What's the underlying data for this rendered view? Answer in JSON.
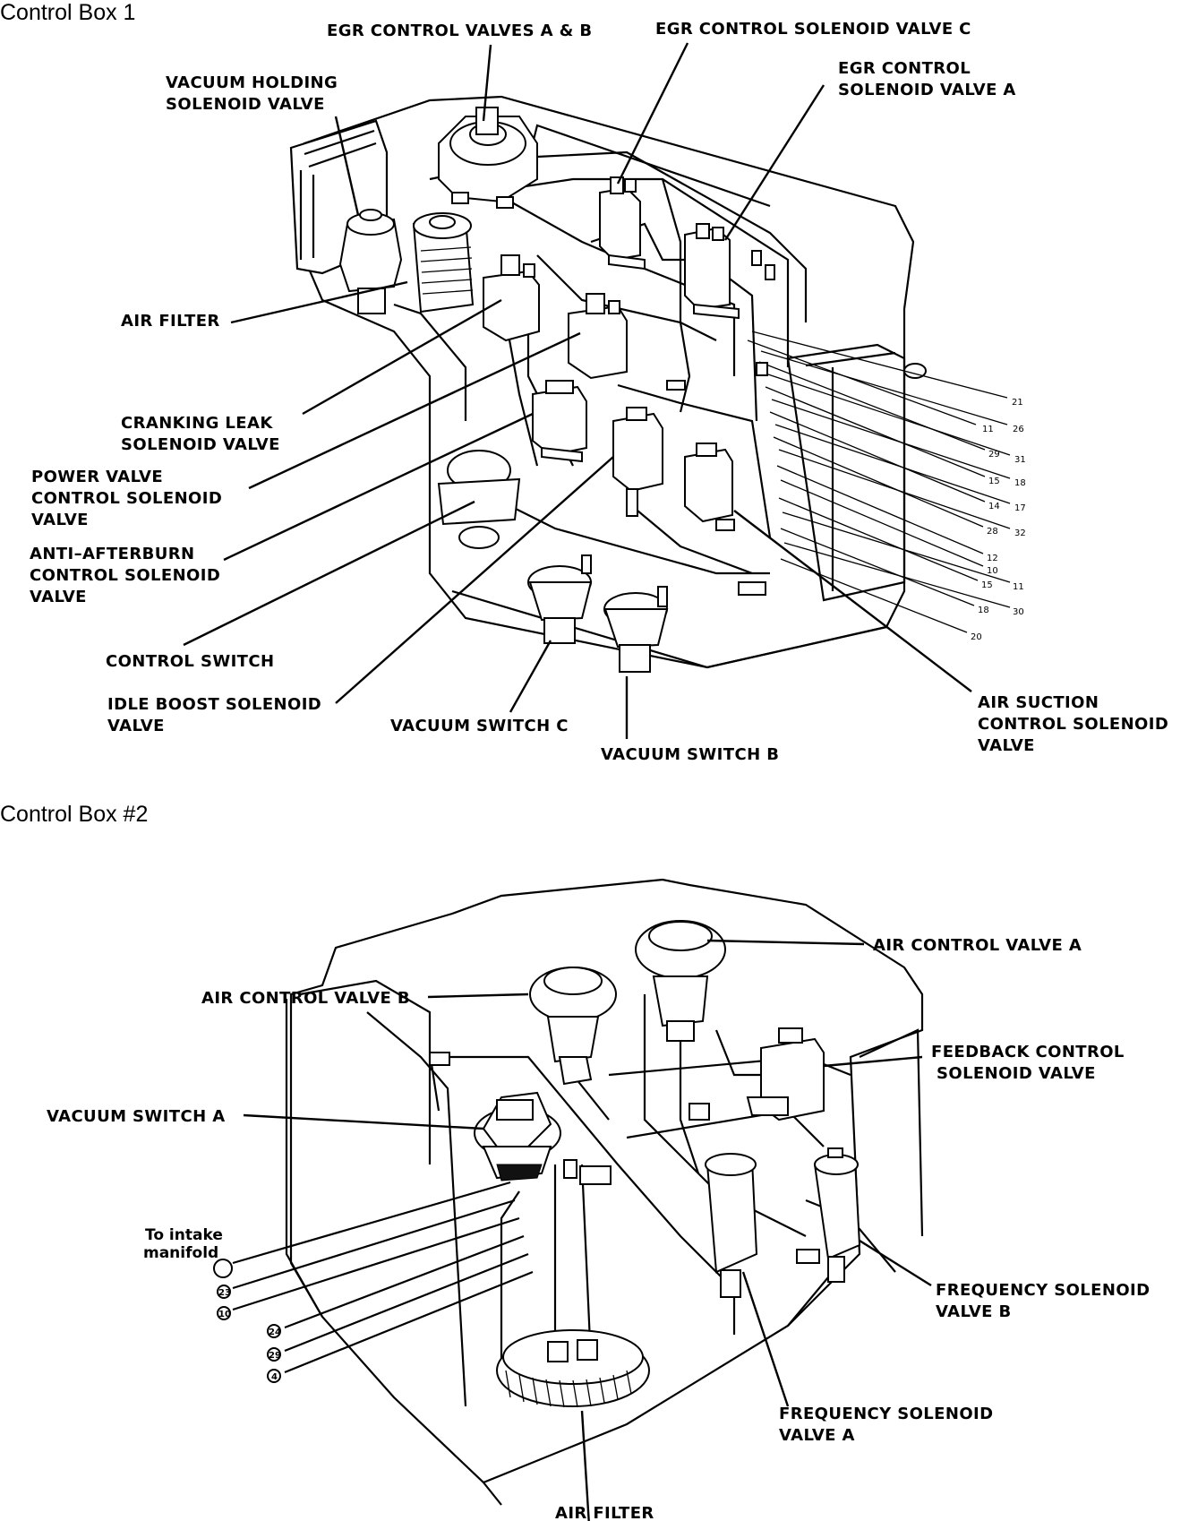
{
  "box1": {
    "title": "Control Box   1",
    "labels": {
      "egr_valves_ab": "EGR CONTROL VALVES A & B",
      "egr_sol_c": "EGR CONTROL SOLENOID VALVE C",
      "egr_sol_a_1": "EGR CONTROL",
      "egr_sol_a_2": "SOLENOID VALVE A",
      "vac_hold_1": "VACUUM HOLDING",
      "vac_hold_2": "SOLENOID VALVE",
      "air_filter": "AIR FILTER",
      "crank_1": "CRANKING LEAK",
      "crank_2": "SOLENOID VALVE",
      "power_1": "POWER VALVE",
      "power_2": "CONTROL SOLENOID",
      "power_3": "VALVE",
      "anti_1": "ANTI–AFTERBURN",
      "anti_2": "CONTROL SOLENOID",
      "anti_3": "VALVE",
      "control_switch": "CONTROL SWITCH",
      "idle_1": "IDLE BOOST SOLENOID",
      "idle_2": "VALVE",
      "vac_c": "VACUUM SWITCH C",
      "vac_b": "VACUUM SWITCH B",
      "suction_1": "AIR SUCTION",
      "suction_2": "CONTROL SOLENOID",
      "suction_3": "VALVE"
    },
    "ports": [
      "21",
      "11",
      "26",
      "29",
      "31",
      "15",
      "18",
      "14",
      "17",
      "28",
      "32",
      "12",
      "10",
      "15",
      "11",
      "18",
      "30",
      "20"
    ]
  },
  "box2": {
    "title": "Control Box #2",
    "labels": {
      "acv_a": "AIR CONTROL VALVE A",
      "acv_b": "AIR CONTROL VALVE B",
      "feedback_1": "FEEDBACK CONTROL",
      "feedback_2": "SOLENOID VALVE",
      "vac_a": "VACUUM SWITCH A",
      "intake_1": "To intake",
      "intake_2": "manifold",
      "freq_b_1": "FREQUENCY SOLENOID",
      "freq_b_2": "VALVE B",
      "freq_a_1": "FREQUENCY SOLENOID",
      "freq_a_2": "VALVE A",
      "air_filter": "AIR FILTER"
    },
    "ports": [
      "23",
      "10",
      "24",
      "29",
      "4"
    ]
  }
}
